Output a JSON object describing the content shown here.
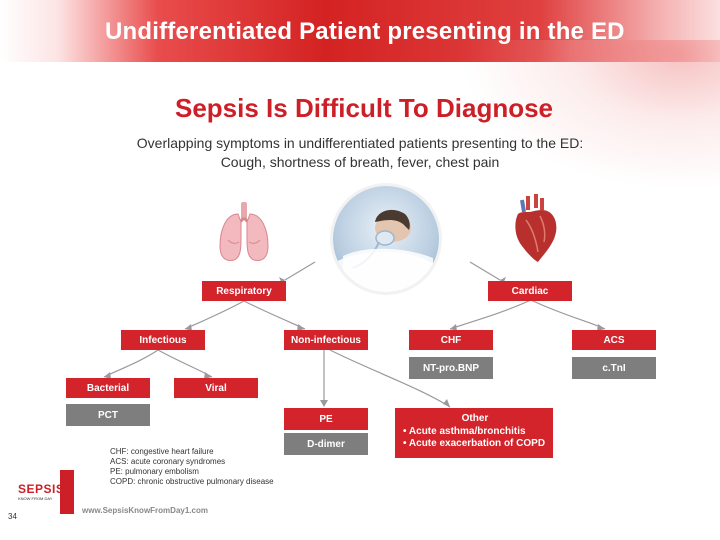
{
  "header": {
    "banner_title": "Undifferentiated Patient presenting in the ED"
  },
  "slide": {
    "title": "Sepsis Is Difficult To Diagnose",
    "subtitle_line1": "Overlapping symptoms in undifferentiated patients presenting to the ED:",
    "subtitle_line2": "Cough, shortness of breath, fever, chest pain"
  },
  "illustrations": {
    "lungs": "lungs-icon",
    "patient": "patient-with-oxygen-mask-photo",
    "heart": "heart-icon"
  },
  "flowchart": {
    "respiratory": "Respiratory",
    "cardiac": "Cardiac",
    "infectious": "Infectious",
    "non_infectious": "Non-infectious",
    "chf": "CHF",
    "acs": "ACS",
    "nt_pro_bnp": "NT-pro.BNP",
    "ctni": "c.TnI",
    "bacterial": "Bacterial",
    "viral": "Viral",
    "pct": "PCT",
    "pe": "PE",
    "d_dimer": "D-dimer",
    "other": {
      "title": "Other",
      "items": [
        "• Acute asthma/bronchitis",
        "• Acute exacerbation of COPD"
      ]
    },
    "colors": {
      "condition_box": "#d3232b",
      "test_box": "#7e7e7e",
      "connector": "#9a9a9a"
    }
  },
  "abbreviations": [
    "CHF: congestive heart failure",
    "ACS: acute coronary syndromes",
    "PE: pulmonary embolism",
    "COPD: chronic obstructive pulmonary disease"
  ],
  "footer": {
    "logo_text": "SEPSIS",
    "logo_tagline": "KNOW FROM DAY",
    "url": "www.SepsisKnowFromDay1.com",
    "page_number": "34"
  },
  "theme": {
    "accent_red": "#cc1f27"
  }
}
